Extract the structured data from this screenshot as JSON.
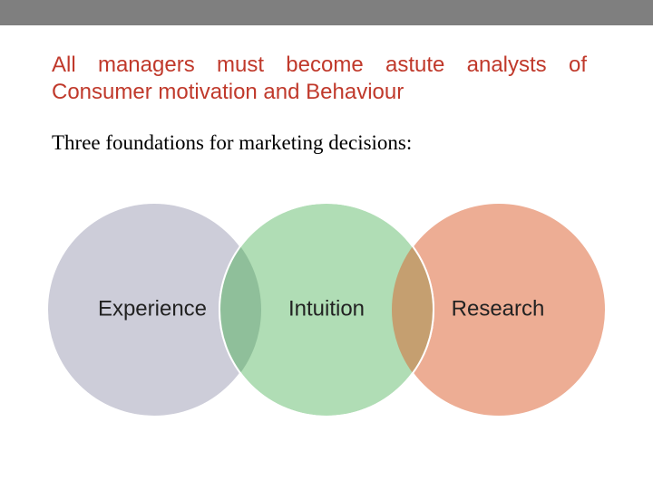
{
  "slide": {
    "title_line1": "All managers must become astute analysts of",
    "title_line2": "Consumer motivation and Behaviour",
    "subtitle": "Three foundations for marketing decisions:"
  },
  "venn": {
    "circles": [
      {
        "label": "Experience",
        "color": "#cdcdd9"
      },
      {
        "label": "Intuition",
        "color": "#b0ddb5"
      },
      {
        "label": "Research",
        "color": "#edad94"
      }
    ],
    "overlap_colors": [
      "#8fbf9a",
      "#c59f70"
    ]
  },
  "colors": {
    "top_bar": "#7f7f7f",
    "title": "#c0392b"
  }
}
